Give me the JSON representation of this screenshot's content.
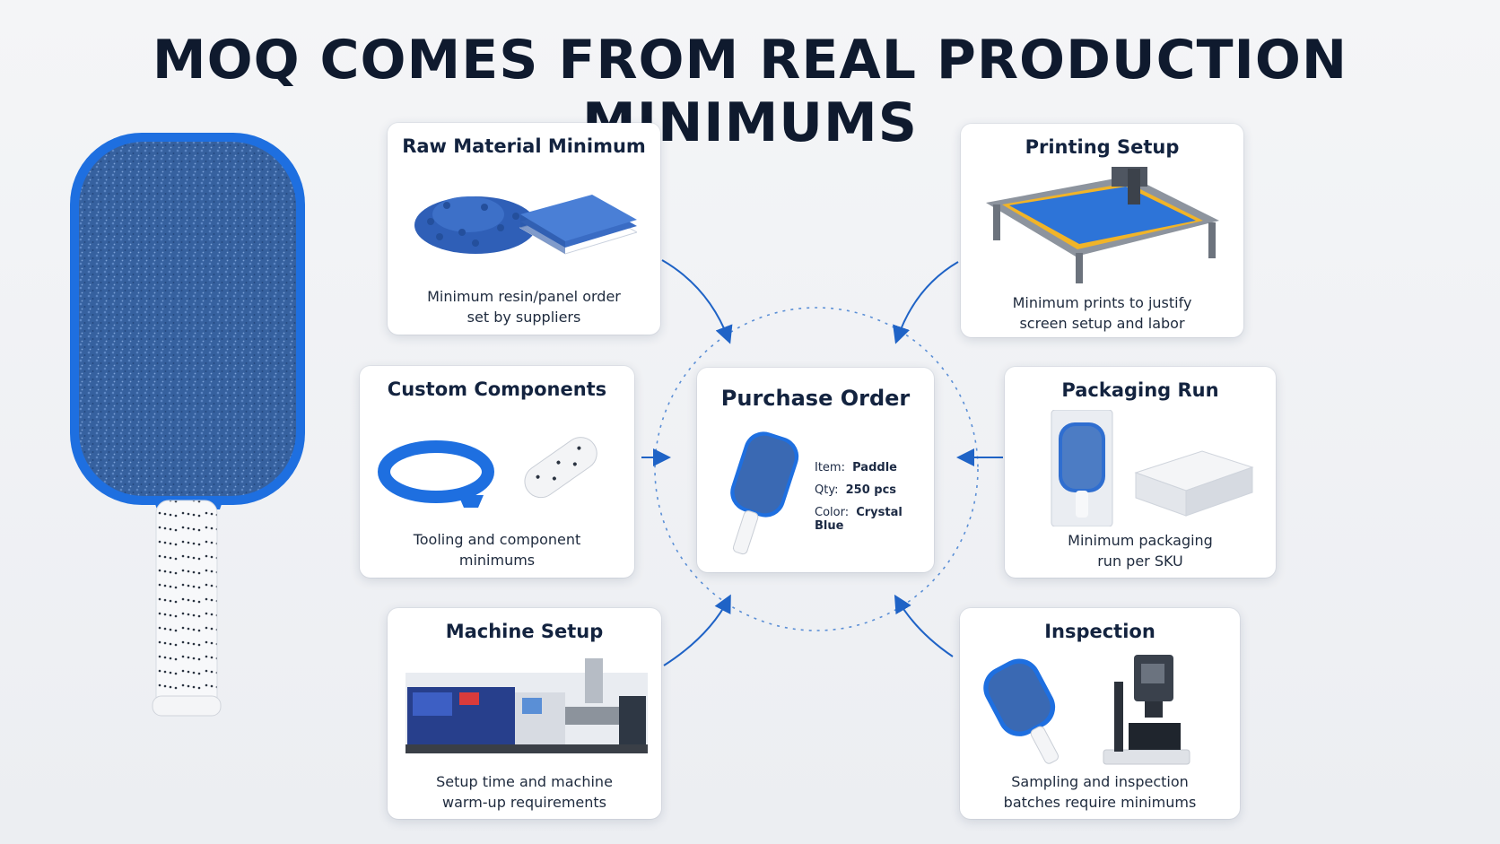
{
  "title": "MOQ COMES FROM REAL PRODUCTION MINIMUMS",
  "center": {
    "title": "Purchase Order",
    "fields": [
      {
        "label": "Item:",
        "value": "Paddle"
      },
      {
        "label": "Qty:",
        "value": "250 pcs"
      },
      {
        "label": "Color:",
        "value": "Crystal Blue"
      }
    ]
  },
  "cards": {
    "raw_material": {
      "title": "Raw Material Minimum",
      "line1": "Minimum resin/panel order",
      "line2": "set by suppliers"
    },
    "printing": {
      "title": "Printing Setup",
      "line1": "Minimum prints to justify",
      "line2": "screen setup and labor"
    },
    "components": {
      "title": "Custom Components",
      "line1": "Tooling and component",
      "line2": "minimums"
    },
    "packaging": {
      "title": "Packaging Run",
      "line1": "Minimum packaging",
      "line2": "run per SKU"
    },
    "machine": {
      "title": "Machine Setup",
      "line1": "Setup time and machine",
      "line2": "warm-up requirements"
    },
    "inspection": {
      "title": "Inspection",
      "line1": "Sampling and inspection",
      "line2": "batches require minimums"
    }
  },
  "colors": {
    "accent": "#1f63c6",
    "paddle_blue": "#2f6ed0",
    "title": "#0f1a2e"
  }
}
